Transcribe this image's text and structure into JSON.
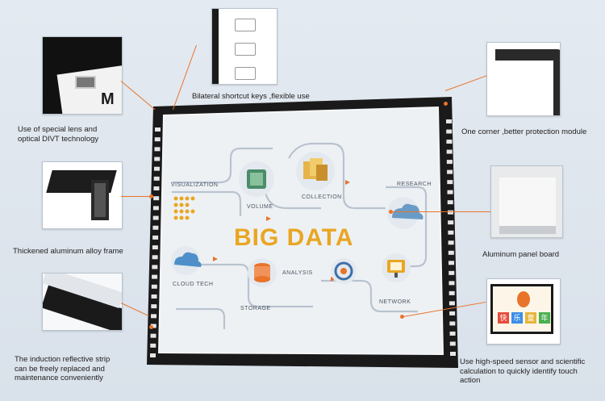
{
  "captions": {
    "shortcut_keys": "Bilateral shortcut keys ,flexible use",
    "lens": [
      "Use of special lens and",
      "optical DIVT technology"
    ],
    "corner": "One corner ,better protection module",
    "frame": "Thickened aluminum alloy frame",
    "panel": "Aluminum  panel  board",
    "strip": [
      "The induction reflective strip",
      "can be freely replaced and",
      "maintenance conveniently"
    ],
    "sensor": [
      "Use high-speed sensor and scientific",
      "calculation to quickly identify touch",
      "action"
    ]
  },
  "screen": {
    "title": "BIG DATA",
    "labels": {
      "visualization": "VISUALIZATION",
      "volume": "VOLUME",
      "collection": "COLLECTION",
      "research": "RESEARCH",
      "cloud_tech": "CLOUD TECH",
      "analysis": "ANALYSIS",
      "storage": "STORAGE",
      "network": "NETWORK"
    }
  },
  "lens_brand_text": "M",
  "sensor_screen_chars": [
    "快",
    "乐",
    "童",
    "年"
  ],
  "colors": {
    "accent": "#e8742a",
    "title": "#e9a623",
    "frame": "#1b1b1b"
  }
}
